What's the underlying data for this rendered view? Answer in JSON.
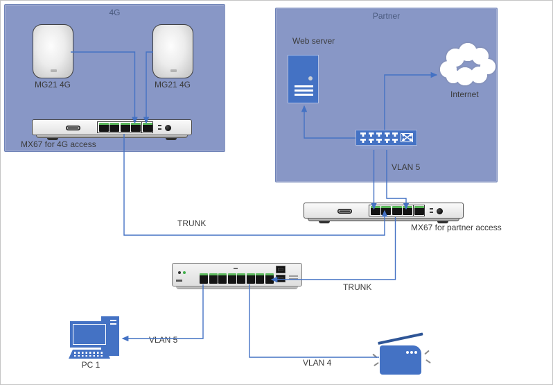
{
  "colors": {
    "group_fill": "#8897C6",
    "group_title_text": "#4A5A7E",
    "accent_blue": "#4472C4",
    "accent_blue_dark": "#2E5596",
    "connector_line": "#4472C4",
    "port_green": "#5CB85C",
    "label_text": "#3B3B3B",
    "chassis_gray": "#E6E6E6"
  },
  "groups": {
    "four_g": {
      "title": "4G"
    },
    "partner": {
      "title": "Partner"
    }
  },
  "nodes": {
    "mg21_left": {
      "label": "MG21 4G"
    },
    "mg21_right": {
      "label": "MG21 4G"
    },
    "mx67_4g": {
      "label": "MX67 for 4G access"
    },
    "web_server": {
      "label": "Web server"
    },
    "internet": {
      "label": "Internet"
    },
    "mx67_partner": {
      "label": "MX67 for partner access"
    },
    "pc1": {
      "label": "PC 1"
    }
  },
  "links": {
    "trunk_4g": {
      "label": "TRUNK"
    },
    "trunk_lan": {
      "label": "TRUNK"
    },
    "vlan5_partner": {
      "label": "VLAN 5"
    },
    "vlan5_pc": {
      "label": "VLAN 5"
    },
    "vlan4_printer": {
      "label": "VLAN 4"
    }
  },
  "icons": {
    "mg21": "cellular-gateway-device",
    "mx67": "security-appliance-router",
    "web_server": "server-tower",
    "internet": "cloud",
    "partner_switch": "switch-with-crossover-arrows",
    "lan_switch": "8-port-switch",
    "pc": "desktop-computer",
    "printer": "printer-scanner"
  }
}
